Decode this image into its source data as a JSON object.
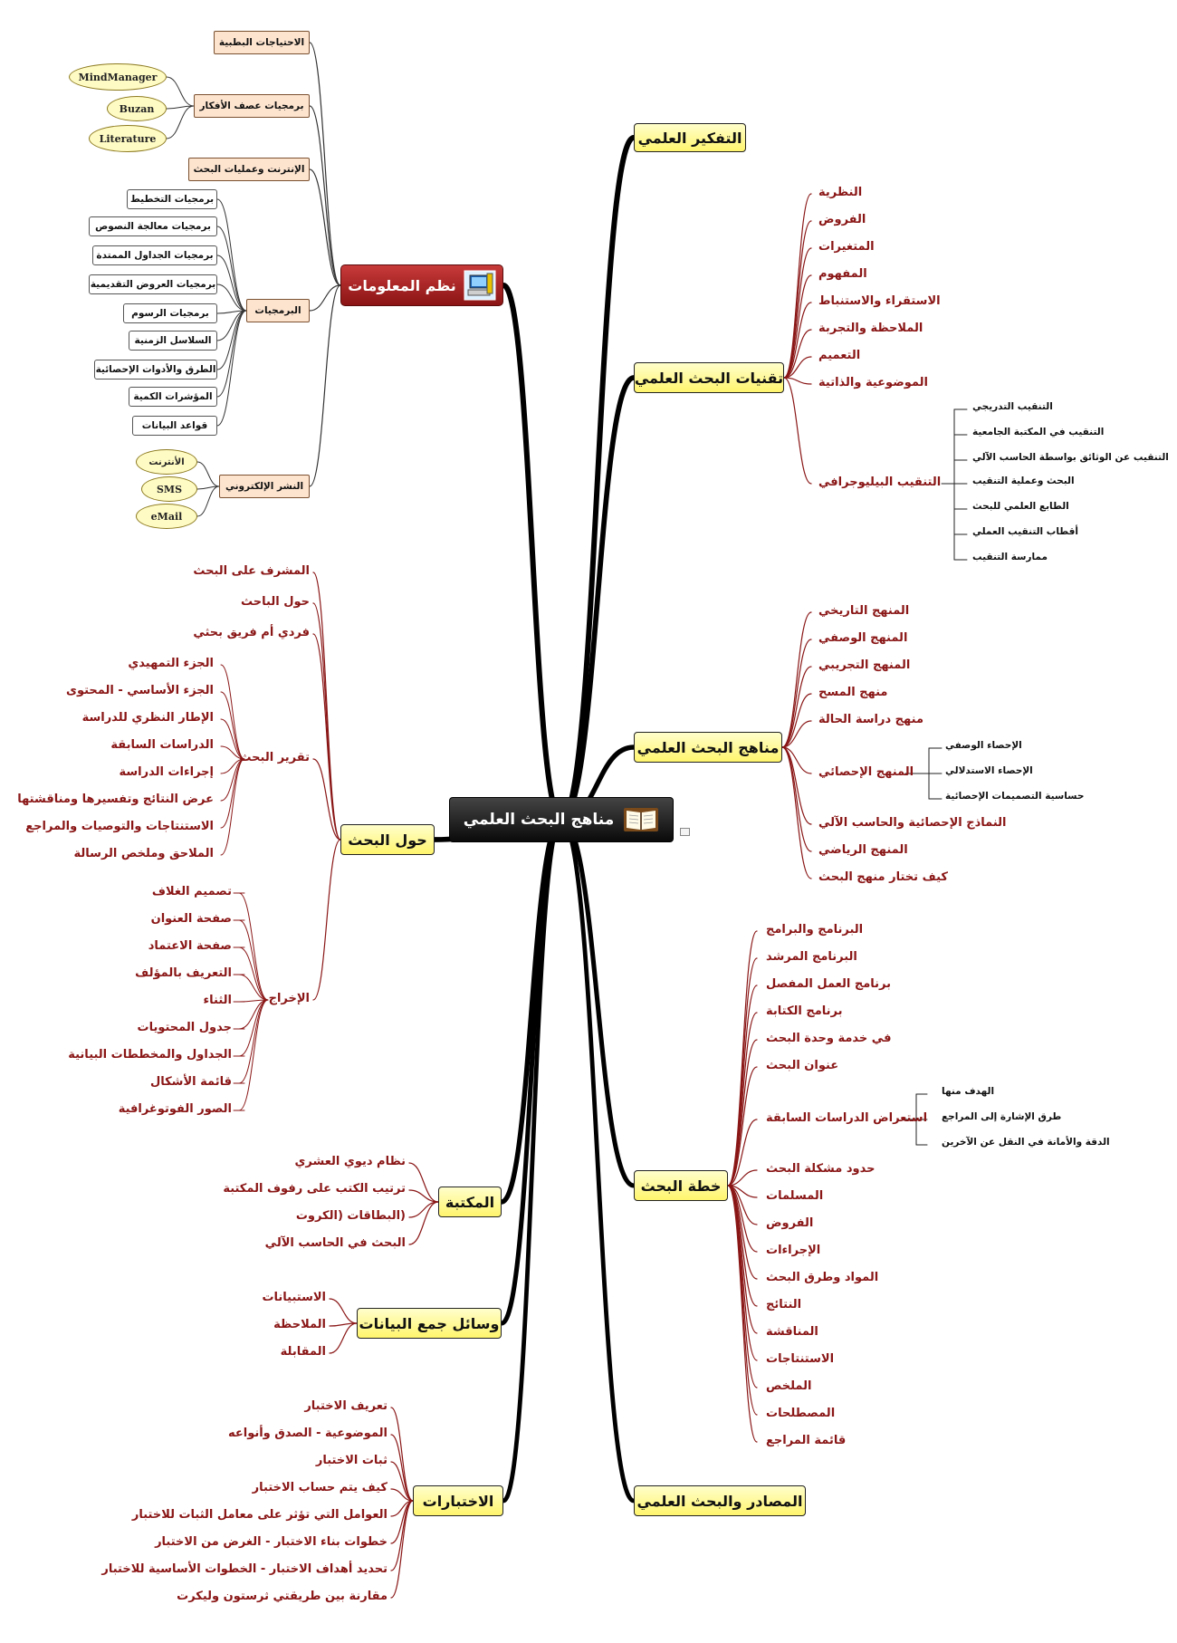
{
  "root": {
    "title": "مناهج البحث العلمي",
    "icon": "open-book-icon"
  },
  "nodes": {
    "tafkir": "التفكير العلمي",
    "taqniyat": "تقنيات البحث العلمي",
    "manahij": "مناهج البحث العلمي",
    "khitta": "خطة البحث",
    "masadir": "المصادر والبحث العلمي",
    "nuzum": "نظم المعلومات",
    "hawl": "حول البحث",
    "maktaba": "المكتبة",
    "wasail": "وسائل جمع البيانات",
    "ikhtibarat": "الاختبارات"
  },
  "nuzum_children": {
    "ihtiyajat": "الاحتياجات البطبية",
    "barmajiyat_asf": "برمجيات عصف الأفكار",
    "mindmanager": "MindManager",
    "buzan": "Buzan",
    "literature": "Literature",
    "internet_bahth": "الإنترنت وعمليات البحث",
    "barmajiyat": "البرمجيات",
    "software": [
      "برمجيات التخطيط",
      "برمجيات معالجة النصوص",
      "برمجيات الجداول الممتدة",
      "برمجيات العروض التقديمية",
      "برمجيات الرسوم",
      "السلاسل الزمنية",
      "الطرق والأدوات الإحصائية",
      "المؤشرات الكمية",
      "قواعد البيانات"
    ],
    "nashr": "النشر الإلكتروني",
    "nashr_items": [
      "الأنترنت",
      "SMS",
      "eMail"
    ]
  },
  "taqniyat_children": [
    "النظرية",
    "الفروض",
    "المتغيرات",
    "المفهوم",
    "الاستقراء والاستنباط",
    "الملاحظة والتجربة",
    "التعميم",
    "الموضوعية والذاتية"
  ],
  "tanqib": {
    "label": "التنقيب البيليوجرافي",
    "items": [
      "التنقيب التدريجي",
      "التنقيب في المكتبة الجامعية",
      "التنقيب عن الوثائق بواسطة الحاسب الآلي",
      "البحث وعملية التنقيب",
      "الطابع العلمي للبحث",
      "أقطاب التنقيب العملي",
      "ممارسة التنقيب"
    ]
  },
  "manahij_children": [
    "المنهج التاريخي",
    "المنهج الوصفي",
    "المنهج التجريبي",
    "منهج المسح",
    "منهج دراسة الحالة",
    "المنهج الإحصائي",
    "النماذج الإحصائية والحاسب الآلي",
    "المنهج الرياضي",
    "كيف تختار منهج البحث"
  ],
  "ihsai_items": [
    "الإحصاء الوصفي",
    "الإحصاء الاستدلالي",
    "حساسية التصميمات الإحصائية"
  ],
  "khitta_children": [
    "البرنامج والبرامج",
    "البرنامج المرشد",
    "برنامج العمل المفصل",
    "برنامج الكتابة",
    "في خدمة وحدة البحث",
    "عنوان البحث",
    "استعراض الدراسات السابقة",
    "حدود مشكلة البحث",
    "المسلمات",
    "الفروض",
    "الإجراءات",
    "المواد وطرق البحث",
    "النتائج",
    "المناقشة",
    "الاستنتاجات",
    "الملخص",
    "المصطلحات",
    "قائمة المراجع"
  ],
  "istiraad_items": [
    "الهدف منها",
    "طرق الإشارة إلى المراجع",
    "الدقة والأمانة في النقل عن الآخرين"
  ],
  "hawl_children": {
    "top": [
      "المشرف على البحث",
      "حول الباحث",
      "فردي أم فريق بحثي"
    ],
    "taqrir": "تقرير البحث",
    "taqrir_items": [
      "الجزء التمهيدي",
      "الجزء الأساسي - المحتوى",
      "الإطار النظري للدراسة",
      "الدراسات السابقة",
      "إجراءات الدراسة",
      "عرض النتائج وتفسيرها ومناقشتها",
      "الاستنتاجات والتوصيات والمراجع",
      "الملاحق وملخص الرسالة"
    ],
    "ikhraj": "الإخراج",
    "ikhraj_items": [
      "تصميم الغلاف",
      "صفحة العنوان",
      "صفحة الاعتماد",
      "التعريف بالمؤلف",
      "الثناء",
      "جدول المحتويات",
      "الجداول والمخططات البيانية",
      "قائمة الأشكال",
      "الصور الفوتوغرافية"
    ]
  },
  "maktaba_children": [
    "نظام ديوي العشري",
    "ترتيب الكتب على رفوف المكتبة",
    "(البطاقات (الكروت",
    "البحث في الحاسب الآلي"
  ],
  "wasail_children": [
    "الاستبيانات",
    "الملاحظة",
    "المقابلة"
  ],
  "ikhtibarat_children": [
    "تعريف الاختبار",
    "الموضوعية - الصدق وأنواعه",
    "ثبات الاختبار",
    "كيف يتم حساب الاختبار",
    "العوامل التي تؤثر على معامل الثبات للاختبار",
    "خطوات بناء الاختبار - الغرض من الاختبار",
    "تحديد أهداف الاختبار - الخطوات الأساسية للاختبار",
    "مقارنة بين طريقتي ثرستون وليكرت"
  ],
  "colors": {
    "main_fill": "#fff56d",
    "red_text": "#8a1616",
    "nuzum_fill": "#a51d1d",
    "link_black": "#000000",
    "link_dark": "#333333"
  }
}
